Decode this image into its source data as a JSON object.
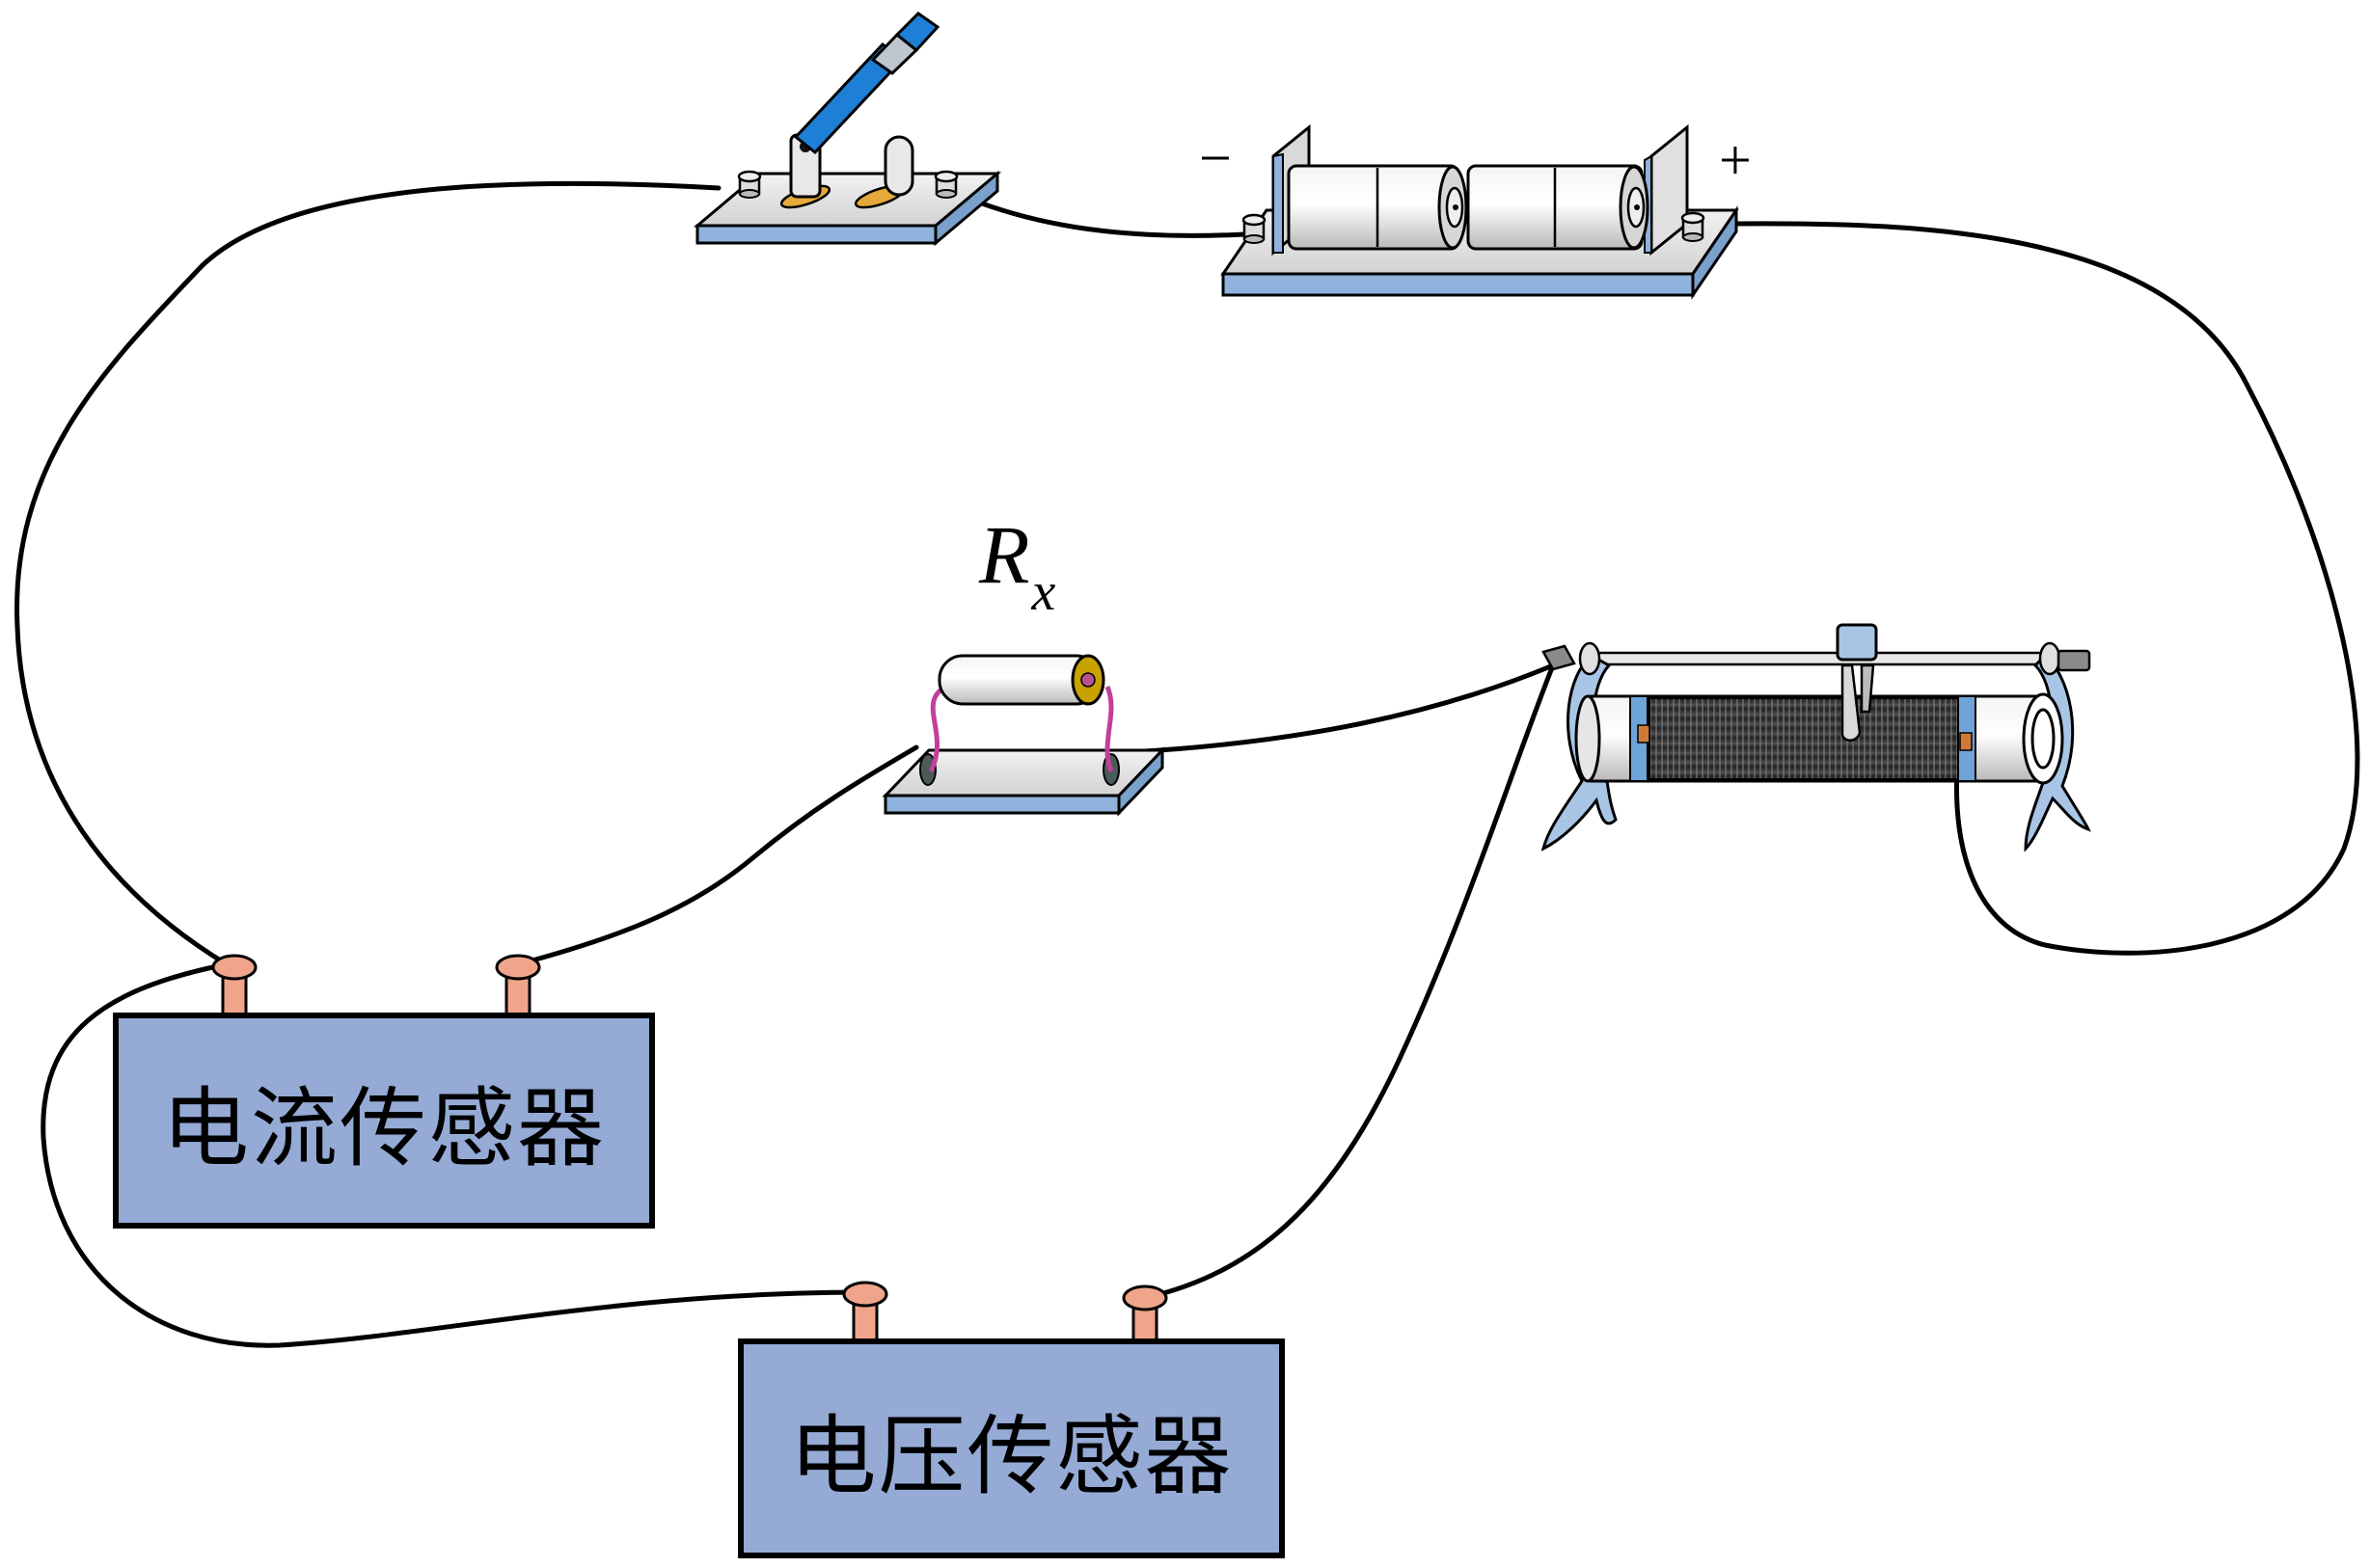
{
  "resistor": {
    "name": "R",
    "subscript": "x"
  },
  "battery": {
    "negative_sign": "−",
    "positive_sign": "+"
  },
  "current_sensor": {
    "label": "电流传感器"
  },
  "voltage_sensor": {
    "label": "电压传感器"
  },
  "colors": {
    "sensor_fill": "#95abd6",
    "base_plate": "#8fb3dc",
    "knife_blade": "#1e7fd6",
    "terminal_knob": "#f0a58a",
    "wire": "#000000",
    "resistor_lead": "#c2409b",
    "coil": "#2a2a2a"
  }
}
